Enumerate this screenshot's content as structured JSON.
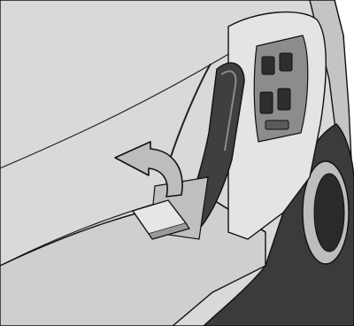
{
  "figure": {
    "subject": "car-door-interior-panel",
    "action": "lift-cover-in-armrest",
    "icons": [
      "curved-arrow-icon",
      "door-handle",
      "window-switch-panel",
      "armrest-cover-flap",
      "door-speaker"
    ],
    "colors": {
      "background": "#ffffff",
      "door-panel-light": "#dcdcdc",
      "door-panel-mid": "#c8c8c8",
      "armrest-top": "#d2d2d2",
      "dark-trim": "#3c3c3c",
      "speaker-dark": "#262626",
      "switch-dark": "#2e2e2e",
      "arrow-fill": "#bdbdbd",
      "outline": "#111111"
    }
  }
}
